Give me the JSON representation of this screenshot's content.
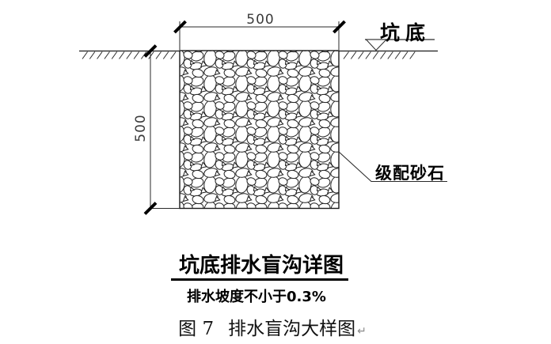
{
  "drawing": {
    "top_dimension": "500",
    "left_dimension": "500",
    "ground_level_label": "坑底",
    "material_label": "级配砂石"
  },
  "title_block": {
    "title": "坑底排水盲沟详图",
    "note": "排水坡度不小于0.3%",
    "figure_caption": {
      "prefix": "图 7",
      "text": "排水盲沟大样图",
      "paragraph_mark": "↵"
    }
  },
  "icons": {
    "ground_level_triangle": "▽",
    "dimension_tick": "╱",
    "ground_hatch": "╱╱╱"
  },
  "colors": {
    "line": "#1a1a1a",
    "dimension_text": "#3a3a3a",
    "text": "#000000",
    "paragraph_mark": "#8a8a8a",
    "background": "#ffffff"
  }
}
